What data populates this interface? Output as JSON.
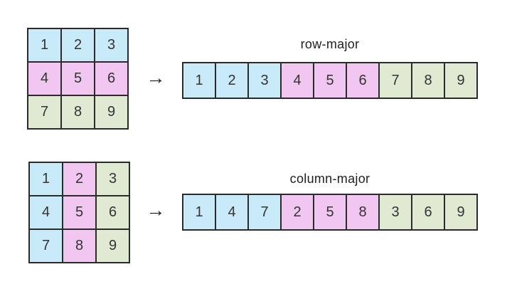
{
  "colors": {
    "blue": "#c8eaf9",
    "pink": "#f1c7f2",
    "green": "#e0ead3",
    "border": "#2b2b2b",
    "text": "#333333",
    "label": "#1e1e1e",
    "background": "#ffffff"
  },
  "arrow_glyph": "→",
  "sections": [
    {
      "label": "row-major",
      "matrix": {
        "rows": [
          {
            "cells": [
              {
                "value": "1",
                "color": "blue"
              },
              {
                "value": "2",
                "color": "blue"
              },
              {
                "value": "3",
                "color": "blue"
              }
            ]
          },
          {
            "cells": [
              {
                "value": "4",
                "color": "pink"
              },
              {
                "value": "5",
                "color": "pink"
              },
              {
                "value": "6",
                "color": "pink"
              }
            ]
          },
          {
            "cells": [
              {
                "value": "7",
                "color": "green"
              },
              {
                "value": "8",
                "color": "green"
              },
              {
                "value": "9",
                "color": "green"
              }
            ]
          }
        ]
      },
      "array": {
        "cells": [
          {
            "value": "1",
            "color": "blue"
          },
          {
            "value": "2",
            "color": "blue"
          },
          {
            "value": "3",
            "color": "blue"
          },
          {
            "value": "4",
            "color": "pink"
          },
          {
            "value": "5",
            "color": "pink"
          },
          {
            "value": "6",
            "color": "pink"
          },
          {
            "value": "7",
            "color": "green"
          },
          {
            "value": "8",
            "color": "green"
          },
          {
            "value": "9",
            "color": "green"
          }
        ]
      }
    },
    {
      "label": "column-major",
      "matrix": {
        "rows": [
          {
            "cells": [
              {
                "value": "1",
                "color": "blue"
              },
              {
                "value": "2",
                "color": "pink"
              },
              {
                "value": "3",
                "color": "green"
              }
            ]
          },
          {
            "cells": [
              {
                "value": "4",
                "color": "blue"
              },
              {
                "value": "5",
                "color": "pink"
              },
              {
                "value": "6",
                "color": "green"
              }
            ]
          },
          {
            "cells": [
              {
                "value": "7",
                "color": "blue"
              },
              {
                "value": "8",
                "color": "pink"
              },
              {
                "value": "9",
                "color": "green"
              }
            ]
          }
        ]
      },
      "array": {
        "cells": [
          {
            "value": "1",
            "color": "blue"
          },
          {
            "value": "4",
            "color": "blue"
          },
          {
            "value": "7",
            "color": "blue"
          },
          {
            "value": "2",
            "color": "pink"
          },
          {
            "value": "5",
            "color": "pink"
          },
          {
            "value": "8",
            "color": "pink"
          },
          {
            "value": "3",
            "color": "green"
          },
          {
            "value": "6",
            "color": "green"
          },
          {
            "value": "9",
            "color": "green"
          }
        ]
      }
    }
  ]
}
